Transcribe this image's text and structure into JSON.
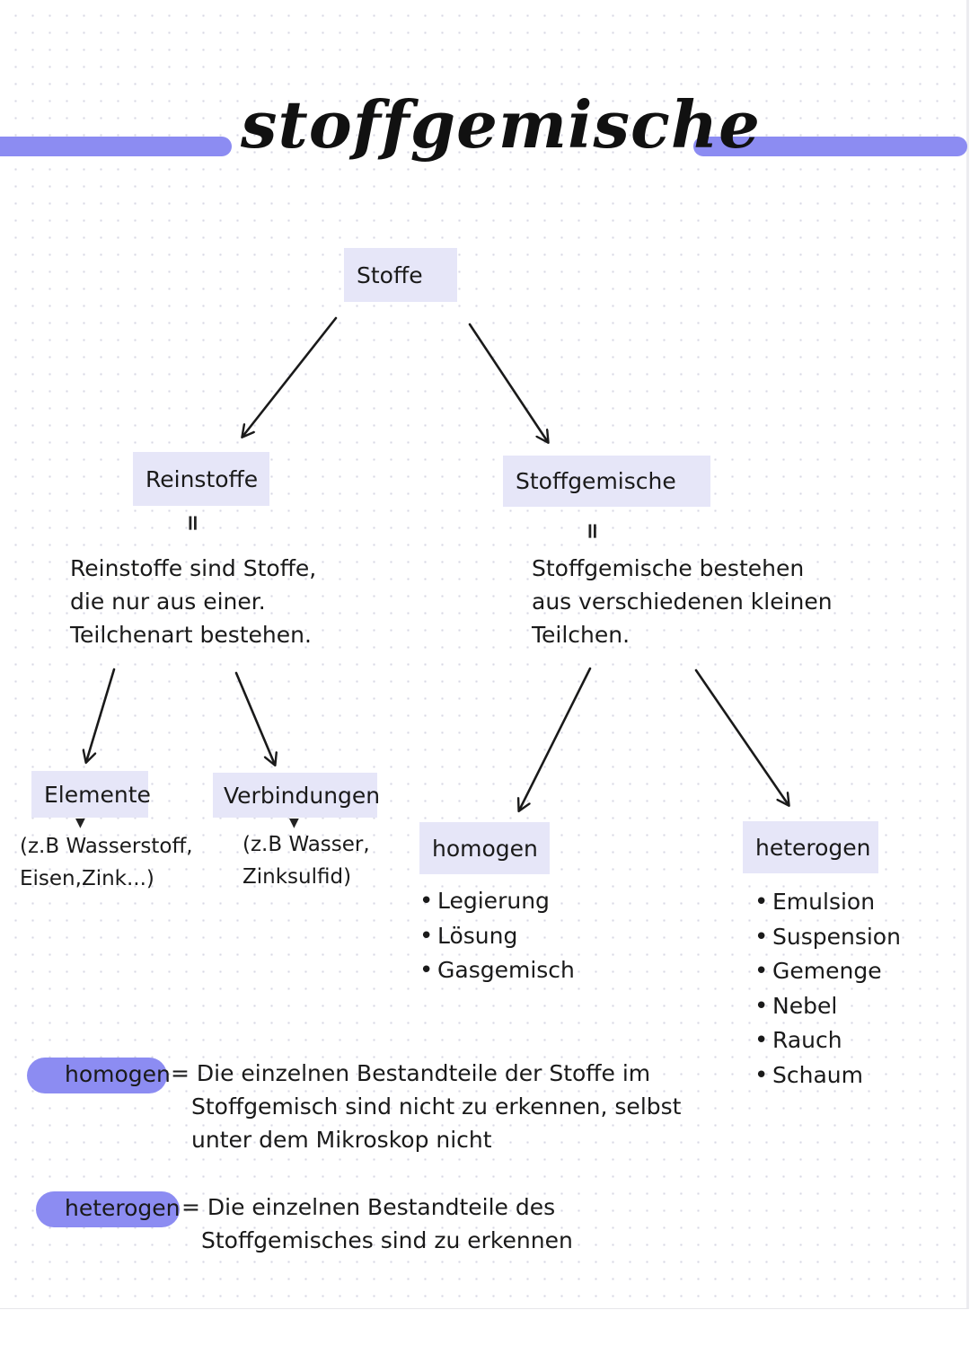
{
  "title": "stoffgemische",
  "colors": {
    "accent": "#8c8cf2",
    "box_fill": "#e6e6f8",
    "ink": "#1a1a1a"
  },
  "nodes": {
    "root": "Stoffe",
    "reinstoffe": "Reinstoffe",
    "stoffgemische": "Stoffgemische",
    "elemente": "Elemente",
    "verbindungen": "Verbindungen",
    "homogen": "homogen",
    "heterogen": "heterogen"
  },
  "equals_sign": "=",
  "reinstoffe_definition": [
    "Reinstoffe sind Stoffe,",
    "die nur aus einer.",
    "Teilchenart bestehen."
  ],
  "stoffgemische_definition": [
    "Stoffgemische bestehen",
    "aus verschiedenen kleinen",
    "Teilchen."
  ],
  "elemente_examples": [
    "(z.B Wasserstoff,",
    "Eisen,Zink...)"
  ],
  "verbindungen_examples": [
    "(z.B Wasser,",
    "Zinksulfid)"
  ],
  "homogen_items": [
    "Legierung",
    "Lösung",
    "Gasgemisch"
  ],
  "heterogen_items": [
    "Emulsion",
    "Suspension",
    "Gemenge",
    "Nebel",
    "Rauch",
    "Schaum"
  ],
  "glossary": [
    {
      "term": "homogen",
      "definition": [
        "= Die einzelnen Bestandteile der Stoffe im",
        "Stoffgemisch sind nicht zu erkennen, selbst",
        "unter dem Mikroskop nicht"
      ]
    },
    {
      "term": "heterogen",
      "definition": [
        "= Die einzelnen Bestandteile des",
        "Stoffgemisches sind zu erkennen"
      ]
    }
  ]
}
